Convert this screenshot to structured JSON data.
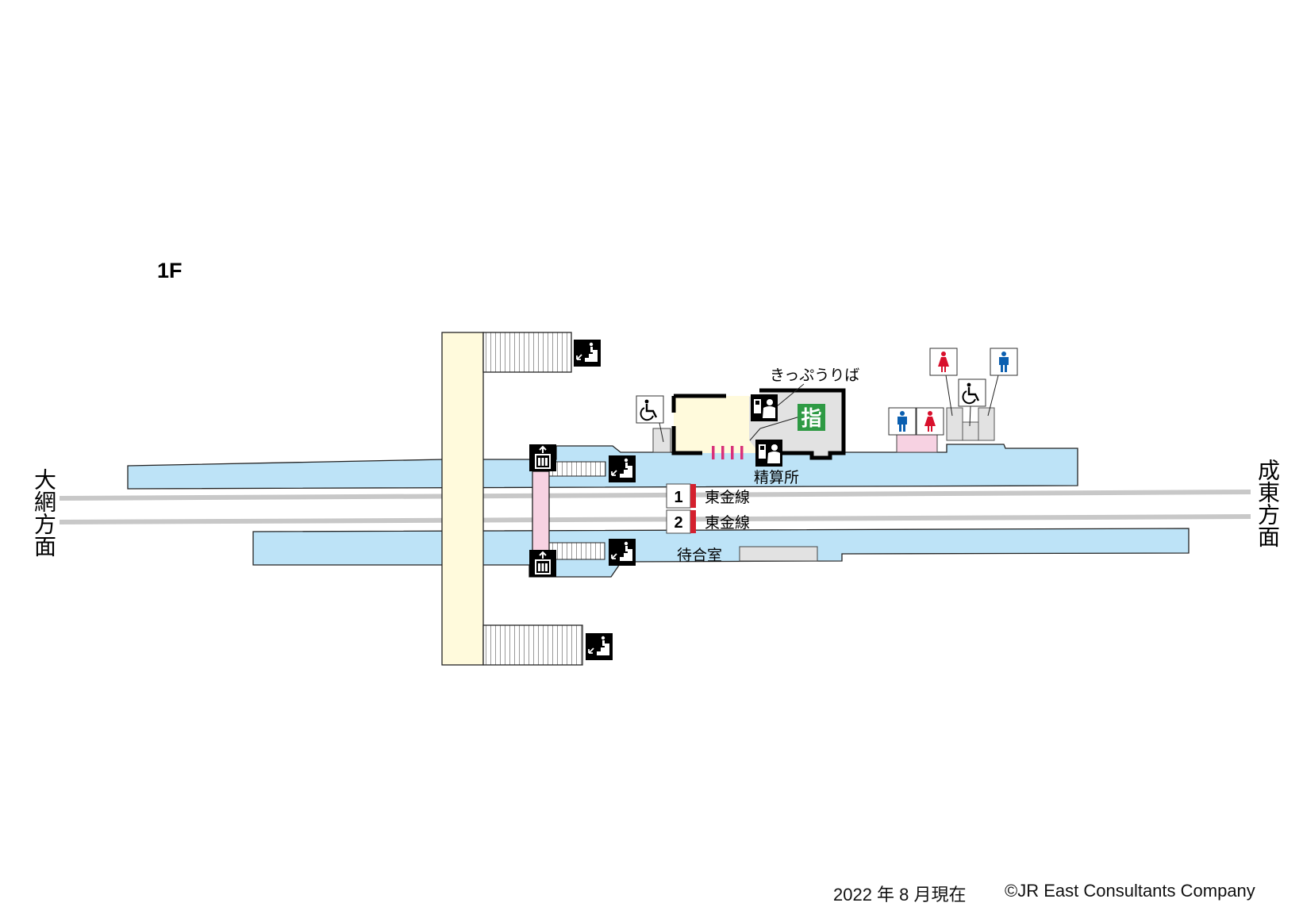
{
  "floor_label": "1F",
  "directions": {
    "left": "大網方面",
    "right": "成東方面"
  },
  "labels": {
    "ticket_office": "きっぷうりば",
    "fare_adjustment": "精算所",
    "reserved_seat_mark": "指",
    "waiting_room": "待合室"
  },
  "platforms": [
    {
      "number": "1",
      "line": "東金線"
    },
    {
      "number": "2",
      "line": "東金線"
    }
  ],
  "footer": {
    "date": "2022 年 8 月現在",
    "copyright": "©JR East Consultants Company"
  },
  "colors": {
    "platform": "#bde3f7",
    "concourse": "#fffadc",
    "bridge": "#f7d2e2",
    "track": "#c8c8c8",
    "room_gray": "#e2e2e2",
    "platform_marker_red": "#d4202e",
    "green_sign": "#2e9a44",
    "male_blue": "#0b5fb0",
    "female_red": "#d8102c",
    "gate_pink": "#d8307a"
  }
}
